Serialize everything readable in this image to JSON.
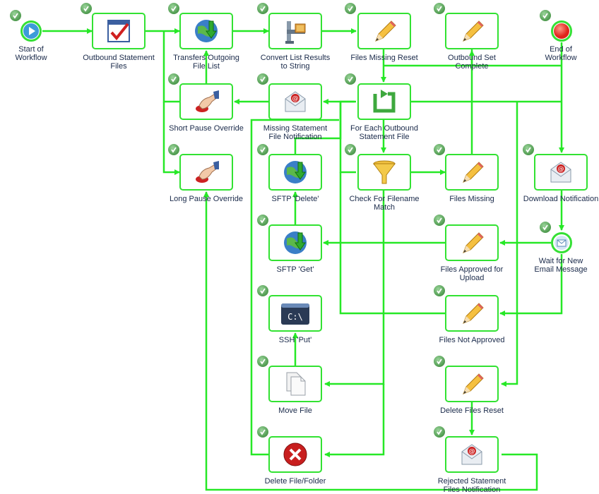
{
  "workflow": {
    "start_label_1": "Start of",
    "start_label_2": "Workflow",
    "end_label_1": "End of",
    "end_label_2": "Workflow",
    "nodes": {
      "outbound_statement_files": {
        "line1": "Outbound Statement",
        "line2": "Files"
      },
      "transfers_outgoing": {
        "line1": "Transfers Outgoing",
        "line2": "File List"
      },
      "convert_list": {
        "line1": "Convert List Results",
        "line2": "to String"
      },
      "files_missing_reset": {
        "line1": "Files Missing Reset",
        "line2": ""
      },
      "outbound_set_complete": {
        "line1": "Outbound Set",
        "line2": "Complete"
      },
      "short_pause": {
        "line1": "Short Pause Override",
        "line2": ""
      },
      "missing_statement": {
        "line1": "Missing Statement",
        "line2": "File Notification"
      },
      "for_each": {
        "line1": "For Each Outbound",
        "line2": "Statement File"
      },
      "long_pause": {
        "line1": "Long Pause Override",
        "line2": ""
      },
      "sftp_delete": {
        "line1": "SFTP 'Delete'",
        "line2": ""
      },
      "check_filename": {
        "line1": "Check For Filename",
        "line2": "Match"
      },
      "files_missing": {
        "line1": "Files Missing",
        "line2": ""
      },
      "download_notification": {
        "line1": "Download Notification",
        "line2": ""
      },
      "sftp_get": {
        "line1": "SFTP 'Get'",
        "line2": ""
      },
      "files_approved": {
        "line1": "Files Approved for",
        "line2": "Upload"
      },
      "wait_email": {
        "line1": "Wait for New",
        "line2": "Email Message"
      },
      "ssh_put": {
        "line1": "SSH 'Put'",
        "line2": ""
      },
      "files_not_approved": {
        "line1": "Files Not Approved",
        "line2": ""
      },
      "move_file": {
        "line1": "Move File",
        "line2": ""
      },
      "delete_files_reset": {
        "line1": "Delete Files Reset",
        "line2": ""
      },
      "delete_file_folder": {
        "line1": "Delete File/Folder",
        "line2": ""
      },
      "rejected_notification": {
        "line1": "Rejected Statement",
        "line2": "Files Notification"
      }
    },
    "icons": {
      "outbound_statement_files": "checklist-icon",
      "transfers_outgoing": "globe-download-icon",
      "convert_list": "vise-clamp-icon",
      "files_missing_reset": "pencil-icon",
      "outbound_set_complete": "pencil-icon",
      "short_pause": "hand-pressing-button-icon",
      "missing_statement": "email-envelope-icon",
      "for_each": "loop-arrow-icon",
      "long_pause": "hand-pressing-button-icon",
      "sftp_delete": "globe-download-icon",
      "check_filename": "funnel-icon",
      "files_missing": "pencil-icon",
      "download_notification": "email-envelope-icon",
      "sftp_get": "globe-download-icon",
      "files_approved": "pencil-icon",
      "ssh_put": "terminal-icon",
      "files_not_approved": "pencil-icon",
      "move_file": "documents-icon",
      "delete_files_reset": "pencil-icon",
      "delete_file_folder": "red-x-icon",
      "rejected_notification": "email-envelope-icon",
      "terminal_text": "C:\\"
    },
    "colors": {
      "wire": "#26e826",
      "node_border": "#32e232",
      "label_text": "#1a2a4a",
      "check_badge": "#4e9a4e"
    }
  }
}
